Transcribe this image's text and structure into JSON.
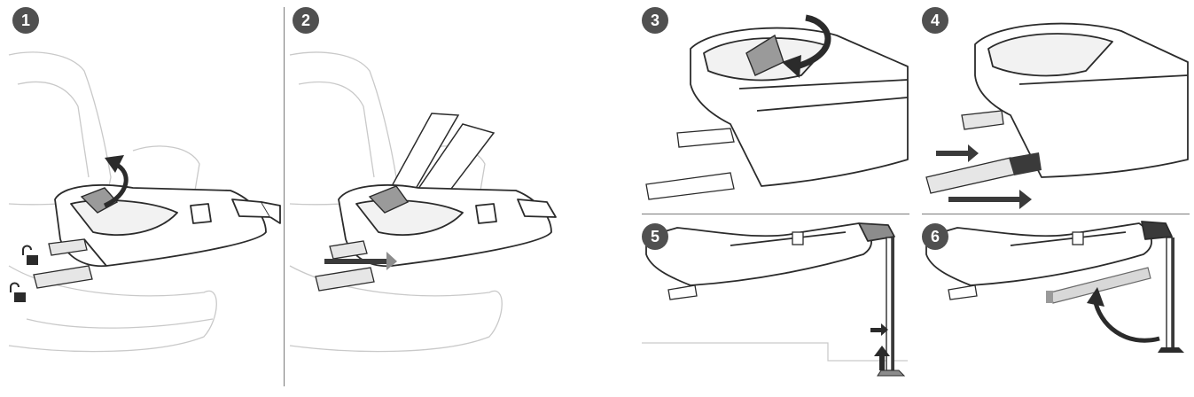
{
  "steps": [
    {
      "number": "1"
    },
    {
      "number": "2"
    },
    {
      "number": "3"
    },
    {
      "number": "4"
    },
    {
      "number": "5"
    },
    {
      "number": "6"
    }
  ],
  "colors": {
    "badge": "#505050",
    "line": "#2b2b2b",
    "seat_ghost": "#c9c9c9",
    "arrow_dark": "#3a3a3a",
    "arrow_gray": "#8c8c8c"
  }
}
